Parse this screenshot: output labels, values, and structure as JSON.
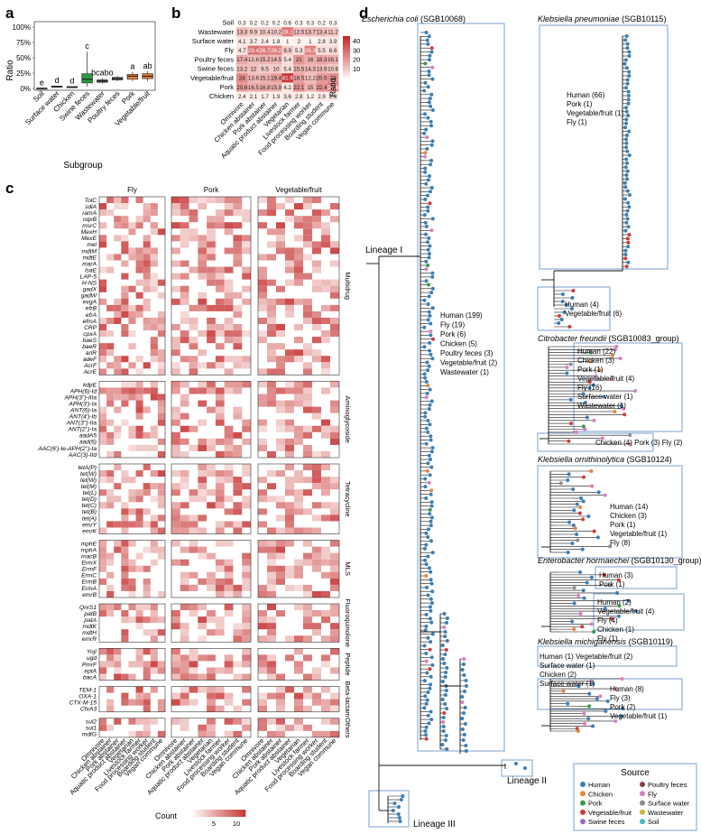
{
  "panels": {
    "a": "a",
    "b": "b",
    "c": "c",
    "d": "d"
  },
  "panel_a": {
    "ylabel": "Ratio",
    "xlabel": "Subgroup",
    "yticks": [
      "0%",
      "25%",
      "50%",
      "75%",
      "100%"
    ],
    "boxes": [
      {
        "cat": "Soil",
        "q1": 0.2,
        "med": 0.3,
        "q3": 0.5,
        "lo": 0.0,
        "hi": 1.0,
        "letter": "e",
        "color": "#bdbdbd"
      },
      {
        "cat": "Surface water",
        "q1": 2.0,
        "med": 3.0,
        "q3": 3.8,
        "lo": 1.5,
        "hi": 4.2,
        "letter": "d",
        "color": "#8c8c8c"
      },
      {
        "cat": "Chicken",
        "q1": 2.0,
        "med": 2.4,
        "q3": 3.0,
        "lo": 1.0,
        "hi": 3.5,
        "letter": "d",
        "color": "#7a7a7a"
      },
      {
        "cat": "Swine feces",
        "q1": 9.0,
        "med": 15.0,
        "q3": 24.0,
        "lo": 3.0,
        "hi": 60.0,
        "letter": "c",
        "color": "#2e9b44"
      },
      {
        "cat": "Wastewater",
        "q1": 10.0,
        "med": 12.0,
        "q3": 14.0,
        "lo": 8.0,
        "hi": 17.0,
        "letter": "bcabo",
        "color": "#5b5b5b"
      },
      {
        "cat": "Poultry feces",
        "q1": 14.0,
        "med": 16.0,
        "q3": 18.0,
        "lo": 12.0,
        "hi": 20.0,
        "letter": "",
        "color": "#6f6f6f"
      },
      {
        "cat": "Pork",
        "q1": 15.0,
        "med": 20.0,
        "q3": 23.0,
        "lo": 12.0,
        "hi": 27.0,
        "letter": "a",
        "color": "#e8823a"
      },
      {
        "cat": "Vegetable/fruit",
        "q1": 16.0,
        "med": 20.0,
        "q3": 24.0,
        "lo": 12.0,
        "hi": 28.0,
        "letter": "ab",
        "color": "#de7a2b"
      }
    ]
  },
  "panel_b": {
    "rows": [
      "Soil",
      "Wastewater",
      "Surface water",
      "Fly",
      "Poultry feces",
      "Swine feces",
      "Vegetable/fruit",
      "Pork",
      "Chicken"
    ],
    "cols": [
      "Omnivore",
      "Chicken abstainer",
      "Pork abstainer",
      "Aquatic product abstainer",
      "Vegetarian",
      "Livestock farmer",
      "Food processing worker",
      "Boarding student",
      "Vegan commune"
    ],
    "values": [
      [
        0.3,
        0.2,
        0.2,
        0.2,
        0.6,
        0.3,
        0.3,
        0.2,
        0.3
      ],
      [
        13.3,
        9.9,
        10.4,
        10.2,
        28.1,
        12.5,
        13.7,
        13.4,
        11.2
      ],
      [
        4.1,
        3.7,
        2.4,
        1.8,
        1.0,
        2.0,
        1.0,
        2.8,
        3.9
      ],
      [
        4.7,
        29.4,
        26.7,
        26.2,
        9.9,
        5.3,
        26.3,
        5.5,
        6.6
      ],
      [
        17.4,
        12.6,
        15.2,
        14.5,
        5.4,
        21.0,
        16.0,
        18.3,
        16.1
      ],
      [
        13.2,
        12.0,
        9.5,
        10.0,
        5.4,
        15.5,
        14.3,
        13.9,
        10.6
      ],
      [
        24.0,
        13.6,
        15.1,
        19.4,
        41.9,
        18.5,
        12.2,
        20.5,
        23.0
      ],
      [
        20.6,
        16.5,
        16.8,
        15.9,
        4.2,
        22.1,
        15.0,
        22.4,
        25.6
      ],
      [
        2.4,
        2.1,
        1.7,
        1.9,
        3.6,
        2.8,
        1.2,
        2.9,
        2.9
      ]
    ],
    "legend_title": "Ratio",
    "legend_ticks": [
      "40",
      "30",
      "20",
      "10"
    ]
  },
  "panel_c": {
    "facets": [
      "Fly",
      "Pork",
      "Vegetable/fruit"
    ],
    "x_labels": [
      "Omnivore",
      "Chicken abstainer",
      "Pork abstainer",
      "Aquatic product abstainer",
      "Vegetarian",
      "Livestock farmer",
      "Food processing worker",
      "Boarding student",
      "Vegan commune"
    ],
    "groups": [
      {
        "name": "Multidrug",
        "genes": [
          "TolC",
          "sdiA",
          "ramA",
          "oqxB",
          "msrC",
          "MexH",
          "MexE",
          "mel",
          "mdtM",
          "mdtE",
          "marA",
          "lsaE",
          "LAP-5",
          "H-NS",
          "gadX",
          "gadW",
          "evgA",
          "efrB",
          "efrA",
          "efmA",
          "CRP",
          "cpxA",
          "baeS",
          "baeR",
          "arlR",
          "adeF",
          "AcrF",
          "AcrE"
        ]
      },
      {
        "name": "Aminoglycoside",
        "genes": [
          "kdpE",
          "APH(6)-Id",
          "APH(3'')-IIIa",
          "APH(3')-Ia",
          "ANT(6)-Ia",
          "ANT(4')-Ib",
          "ANT(3'')-IIa",
          "ANT(2'')-Ia",
          "aadA5",
          "aad(6)",
          "AAC(6')-Ie-APH(2'')-Ia",
          "AAC(3)-IId"
        ]
      },
      {
        "name": "Tetracycline",
        "genes": [
          "tetA(P)",
          "tet(W)",
          "tet(W)",
          "tet(M)",
          "tet(L)",
          "tet(D)",
          "tet(C)",
          "tet(B)",
          "tet(A)",
          "emrY",
          "emrK"
        ]
      },
      {
        "name": "MLS",
        "genes": [
          "mphE",
          "mphA",
          "macB",
          "ErmX",
          "ErmF",
          "ErmC",
          "ErmB",
          "ErmA",
          "emrB"
        ]
      },
      {
        "name": "Fluoroquinolone",
        "genes": [
          "QnrS1",
          "patB",
          "patA",
          "mdtK",
          "mdtH",
          "emrR"
        ]
      },
      {
        "name": "Peptide",
        "genes": [
          "YojI",
          "ugd",
          "PmrF",
          "eptA",
          "bacA"
        ]
      },
      {
        "name": "Beta-lactam",
        "genes": [
          "TEM-1",
          "OXA-1",
          "CTX-M-15",
          "CfxA3"
        ]
      },
      {
        "name": "Others",
        "genes": [
          "sul2",
          "sul1",
          "mdtG"
        ]
      }
    ],
    "legend_title": "Count",
    "legend_ticks": [
      "5",
      "10"
    ]
  },
  "panel_d": {
    "lineages": [
      "Lineage I",
      "Lineage II",
      "Lineage III"
    ],
    "clades": [
      {
        "title": "Escherichia coli",
        "sgb": "(SGB10068)",
        "counts": [
          "Human (199)",
          "Fly (19)",
          "Pork (6)",
          "Chicken (5)",
          "Poultry feces (3)",
          "Vegetable/fruit (2)",
          "Wastewater (1)"
        ]
      },
      {
        "title": "Klebsiella pneumoniae",
        "sgb": "(SGB10115)",
        "counts": [
          "Human (66)",
          "Pork (1)",
          "Vegetable/fruit (1)",
          "Fly (1)"
        ],
        "sub": [
          "Human (4)",
          "Vegetable/fruit (6)"
        ]
      },
      {
        "title": "Citrobacter freundii",
        "sgb": "(SGB10083_group)",
        "counts": [
          "Human (22)",
          "Chicken (3)",
          "Pork (1)",
          "Vegetable/fruit (4)",
          "Fly (16)",
          "Surface water (1)",
          "Wastewater (1)"
        ],
        "sub": [
          "Chicken (4) Pork (3) Fly (2)"
        ]
      },
      {
        "title": "Klebsiella ornithinolytica",
        "sgb": "(SGB10124)",
        "counts": [
          "Human (14)",
          "Chicken (3)",
          "Pork (1)",
          "Vegetable/fruit (1)",
          "Fly (8)"
        ]
      },
      {
        "title": "Enterobacter hormaechei",
        "sgb": "(SGB10130_group)",
        "counts": [
          "Human (2)",
          "Vegetable/fruit (4)",
          "Fly (4)",
          "Chicken (1)",
          "Fly (1)"
        ],
        "sub": [
          "Human (3)",
          "Pork (1)"
        ]
      },
      {
        "title": "Klebsiella michiganensis",
        "sgb": "(SGB10119)",
        "counts": [
          "Human (8)",
          "Fly (3)",
          "Pork (2)",
          "Vegetable/fruit (1)"
        ],
        "sub": [
          "Human (1) Vegetable/fruit (2)",
          "Surface water (1)",
          "Chicken (2)",
          "Surface water (1)"
        ]
      }
    ],
    "legend_title": "Source",
    "legend": [
      {
        "label": "Human",
        "color": "#3b7fb6"
      },
      {
        "label": "Poultry feces",
        "color": "#8b3a4a"
      },
      {
        "label": "Chicken",
        "color": "#e8833a"
      },
      {
        "label": "Fly",
        "color": "#d97fc0"
      },
      {
        "label": "Pork",
        "color": "#3a9a4a"
      },
      {
        "label": "Surface water",
        "color": "#8c8c8c"
      },
      {
        "label": "Vegetable/fruit",
        "color": "#cf3b3b"
      },
      {
        "label": "Wastewater",
        "color": "#c9b63a"
      },
      {
        "label": "Swine feces",
        "color": "#9a6bc2"
      },
      {
        "label": "Soil",
        "color": "#3fb9c9"
      }
    ]
  }
}
